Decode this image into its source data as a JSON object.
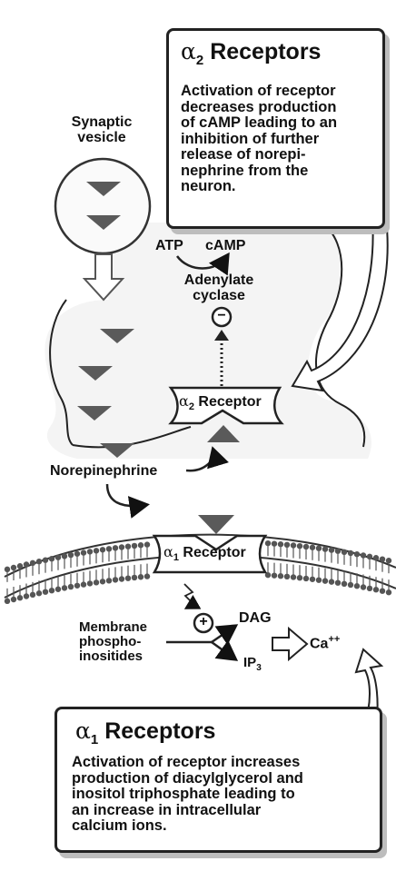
{
  "alpha2_box": {
    "symbol": "α",
    "subscript": "2",
    "title": "Receptors",
    "body": "Activation of receptor\ndecreases production\nof cAMP leading to an\ninhibition of further\nrelease of norepi-\nnephrine from the\nneuron."
  },
  "vesicle_label": "Synaptic\nvesicle",
  "atp_label": "ATP",
  "camp_label": "cAMP",
  "adenylate_label": "Adenylate\ncyclase",
  "minus_sign": "−",
  "alpha2_receptor": {
    "symbol": "α",
    "subscript": "2",
    "label": "Receptor"
  },
  "norepinephrine_label": "Norepinephrine",
  "alpha1_receptor": {
    "symbol": "α",
    "subscript": "1",
    "label": "Receptor"
  },
  "plus_sign": "+",
  "membrane_label": "Membrane\nphospho-\ninositides",
  "dag_label": "DAG",
  "ip3_label": "IP",
  "ip3_sub": "3",
  "calcium_label": "Ca",
  "calcium_sup": "++",
  "alpha1_box": {
    "symbol": "α",
    "subscript": "1",
    "title": "Receptors",
    "body": "Activation of receptor increases\nproduction of diacylglycerol and\ninositol triphosphate leading to\nan increase in intracellular\ncalcium ions."
  },
  "colors": {
    "triangle": "#5a5a5a",
    "membrane_head": "#555555",
    "box_shadow": "#bdbdbd",
    "cell_fill": "#f4f4f4"
  }
}
